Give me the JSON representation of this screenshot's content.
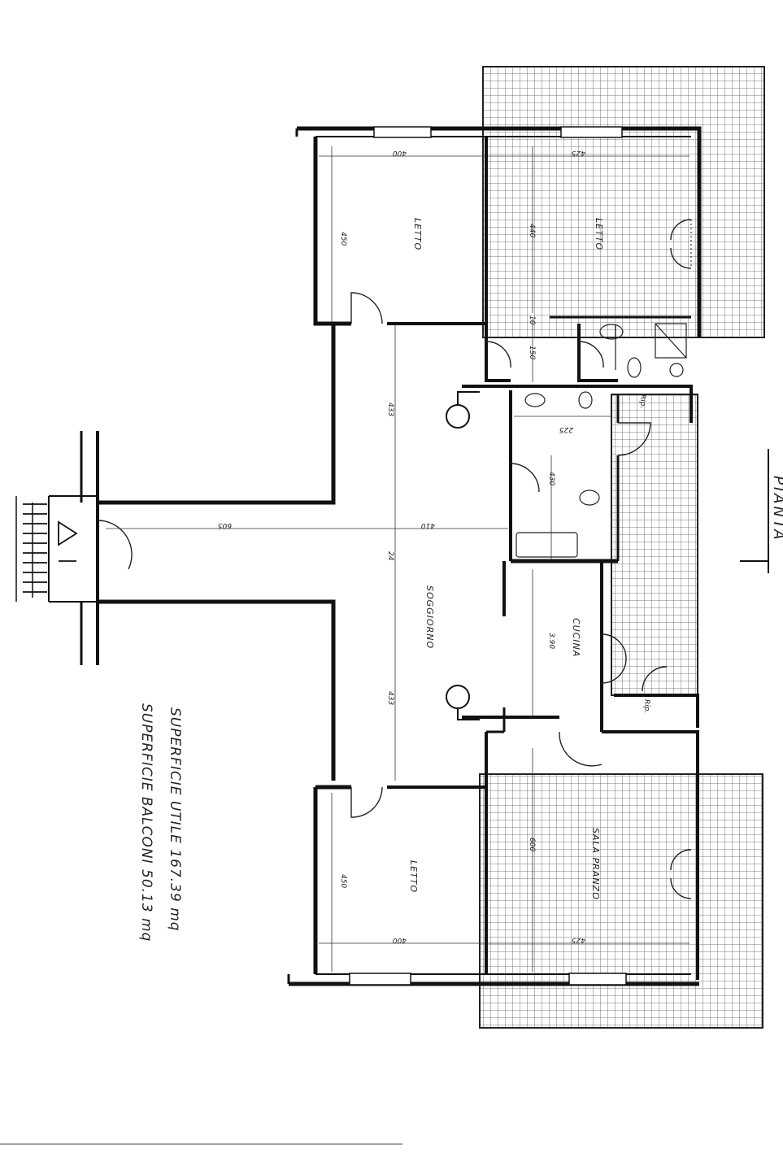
{
  "drawing": {
    "title": "PIANTA",
    "rooms": {
      "letto_top_left": "LETTO",
      "letto_top_right": "LETTO",
      "letto_bottom": "LETTO",
      "soggiorno": "SOGGIORNO",
      "cucina": "CUCINA",
      "sala_pranzo": "SALA PRANZO",
      "rip_top": "Rip.",
      "rip_bottom": "Rip."
    },
    "dimensions": {
      "d400_top": "400",
      "d425_top": "425",
      "d450_top": "450",
      "d440": "440",
      "d10": "10",
      "d150": "150",
      "d433_top": "433",
      "d225": "225",
      "d430": "430",
      "d605": "605",
      "d410": "410",
      "d24": "24",
      "d390": "3.90",
      "d433_bottom": "433",
      "d600": "600",
      "d450_bottom": "450",
      "d400_bottom": "400",
      "d425_bottom": "425"
    },
    "notes": {
      "superficie_utile": "SUPERFICIE UTILE 167.39 mq",
      "superficie_balconi": "SUPERFICIE BALCONI 50.13 mq"
    }
  }
}
